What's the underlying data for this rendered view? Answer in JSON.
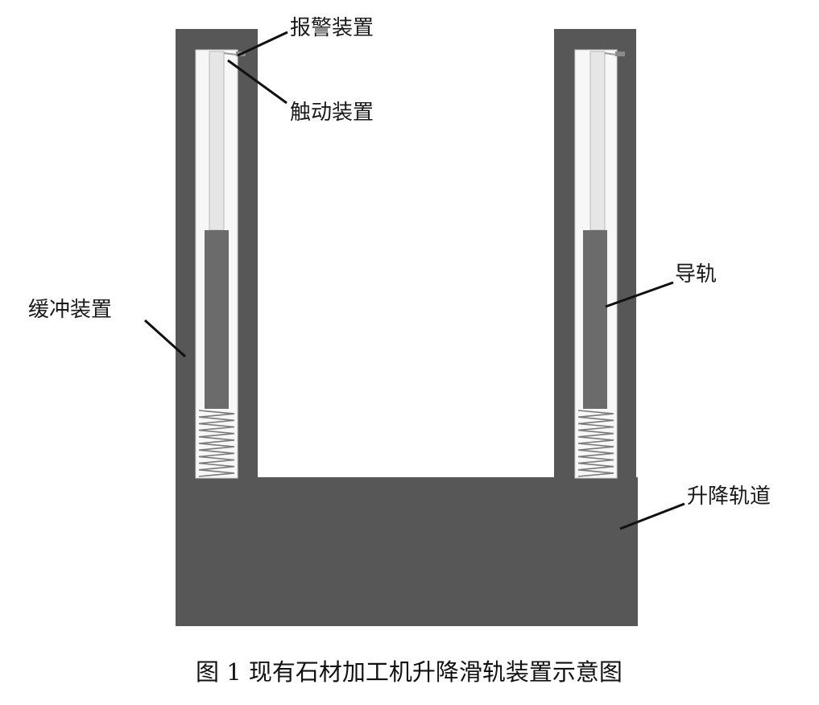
{
  "labels": {
    "alarm": "报警装置",
    "trigger": "触动装置",
    "buffer": "缓冲装置",
    "guide_rail": "导轨",
    "lift_track": "升降轨道"
  },
  "caption": "图 1  现有石材加工机升降滑轨装置示意图",
  "colors": {
    "frame": "#575757",
    "rod": "#6b6b6b",
    "slot": "#f7f7f7",
    "tube": "#e6e6e6",
    "spring": "#7a7a7a",
    "leader": "#111111"
  }
}
